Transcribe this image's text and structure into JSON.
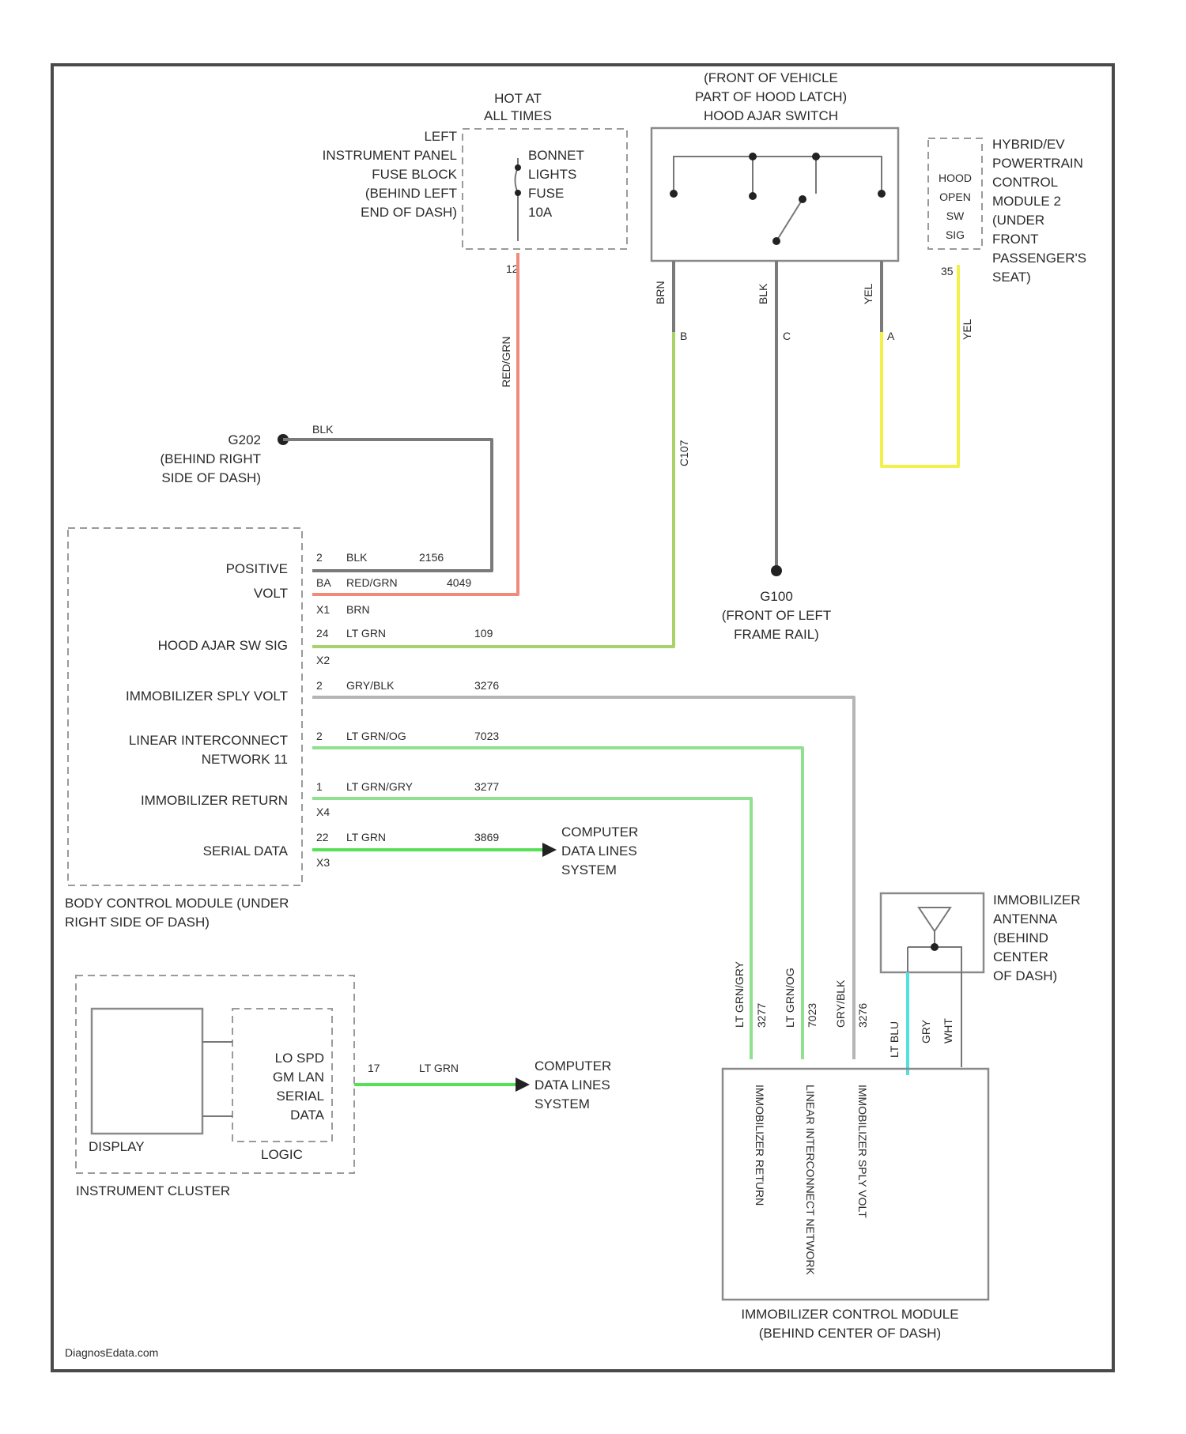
{
  "colors": {
    "red": "#f08a7a",
    "green": "#a9d36a",
    "gray": "#7a7a7a",
    "yellow": "#f4f04a",
    "lt_green": "#8fe08f",
    "bright_green": "#55e055",
    "cyan": "#55e0e0",
    "lt_gray": "#b5b5b5"
  },
  "top_fuse": {
    "hot_label": [
      "HOT AT",
      "ALL TIMES"
    ],
    "fuse_block": [
      "LEFT",
      "INSTRUMENT PANEL",
      "FUSE BLOCK",
      "(BEHIND LEFT",
      "END OF DASH)"
    ],
    "fuse": [
      "BONNET",
      "LIGHTS",
      "FUSE",
      "10A"
    ],
    "pin": "12",
    "wire_color": "RED/GRN"
  },
  "hood_switch": {
    "title": [
      "(FRONT OF VEHICLE",
      "PART OF HOOD LATCH)",
      "HOOD AJAR SWITCH"
    ],
    "wire_left": "BRN",
    "wire_mid": "BLK",
    "wire_right": "YEL",
    "pin_left": "B",
    "pin_mid": "C",
    "pin_right": "A",
    "splice": "C107",
    "gnd": [
      "G100",
      "(FRONT OF LEFT",
      "FRAME RAIL)"
    ]
  },
  "hybrid_pcm": {
    "label": [
      "HYBRID/EV",
      "POWERTRAIN",
      "CONTROL",
      "MODULE 2",
      "(UNDER",
      "FRONT",
      "PASSENGER'S",
      "SEAT)"
    ],
    "inner": [
      "HOOD",
      "OPEN",
      "SW",
      "SIG"
    ],
    "pin": "35",
    "wire": "YEL"
  },
  "ground_g202": {
    "label": [
      "G202",
      "(BEHIND RIGHT",
      "SIDE OF DASH)"
    ],
    "wire": "BLK"
  },
  "bcm": {
    "label": [
      "BODY CONTROL MODULE (UNDER",
      "RIGHT SIDE OF DASH)"
    ],
    "rows": [
      {
        "name": "POSITIVE",
        "pin": "2",
        "wire": "BLK",
        "circuit": "2156"
      },
      {
        "name": "VOLT",
        "pin": "BA",
        "wire": "RED/GRN",
        "circuit": "4049"
      },
      {
        "name": "HOOD AJAR SW SIG",
        "pin": "24",
        "wire": "LT GRN",
        "circuit": "109"
      },
      {
        "name": "IMMOBILIZER SPLY VOLT",
        "pin": "2",
        "wire": "GRY/BLK",
        "circuit": "3276"
      },
      {
        "name": "LINEAR INTERCONNECT NETWORK 11",
        "pin": "2",
        "wire": "LT GRN/OG",
        "circuit": "7023"
      },
      {
        "name": "IMMOBILIZER RETURN",
        "pin": "1",
        "wire": "LT GRN/GRY",
        "circuit": "3277"
      },
      {
        "name": "SERIAL DATA",
        "pin": "22",
        "wire": "LT GRN",
        "circuit": "3869"
      }
    ],
    "connectors": [
      "X1",
      "X2",
      "X4",
      "X3",
      "X2"
    ],
    "brn_label": "BRN"
  },
  "computer_data_1": [
    "COMPUTER",
    "DATA LINES",
    "SYSTEM"
  ],
  "computer_data_2": [
    "COMPUTER",
    "DATA LINES",
    "SYSTEM"
  ],
  "cluster": {
    "label": "INSTRUMENT CLUSTER",
    "display": "DISPLAY",
    "logic": "LOGIC",
    "logic_text": [
      "LO SPD",
      "GM LAN",
      "SERIAL",
      "DATA"
    ],
    "pin": "17",
    "wire": "LT GRN"
  },
  "antenna": {
    "label": [
      "IMMOBILIZER",
      "ANTENNA",
      "(BEHIND",
      "CENTER",
      "OF DASH)"
    ],
    "wires": [
      "LT BLU",
      "GRY",
      "WHT"
    ]
  },
  "icm": {
    "label": [
      "IMMOBILIZER CONTROL MODULE",
      "(BEHIND CENTER OF DASH)"
    ],
    "wire_labels": [
      "LT GRN/GRY",
      "LT GRN/OG",
      "GRY/BLK"
    ],
    "circuits": [
      "3277",
      "7023",
      "3276"
    ],
    "pins": [
      "IMMOBILIZER RETURN",
      "LINEAR INTERCONNECT NETWORK",
      "IMMOBILIZER SPLY VOLT"
    ]
  },
  "footer": "DiagnosEdata.com"
}
